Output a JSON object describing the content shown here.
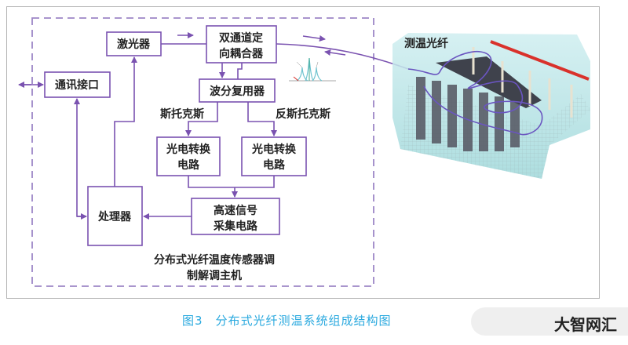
{
  "diagram": {
    "host_label_line1": "分布式光纤温度传感器调",
    "host_label_line2": "制解调主机",
    "boxes": {
      "laser": "激光器",
      "coupler_line1": "双通道定",
      "coupler_line2": "向耦合器",
      "comm": "通讯接口",
      "wdm": "波分复用器",
      "pe1_line1": "光电转换",
      "pe1_line2": "电路",
      "pe2_line1": "光电转换",
      "pe2_line2": "电路",
      "processor": "处理器",
      "hsa_line1": "高速信号",
      "hsa_line2": "采集电路"
    },
    "labels": {
      "stokes": "斯托克斯",
      "anti_stokes": "反斯托克斯",
      "fiber": "测温光纤"
    },
    "colors": {
      "line": "#7a52b0",
      "dashed": "#9d86c6",
      "caption": "#2aa9df",
      "laser_red": "#d9312b"
    }
  },
  "caption": "图3　分布式光纤测温系统组成结构图",
  "watermark": "大智网汇"
}
